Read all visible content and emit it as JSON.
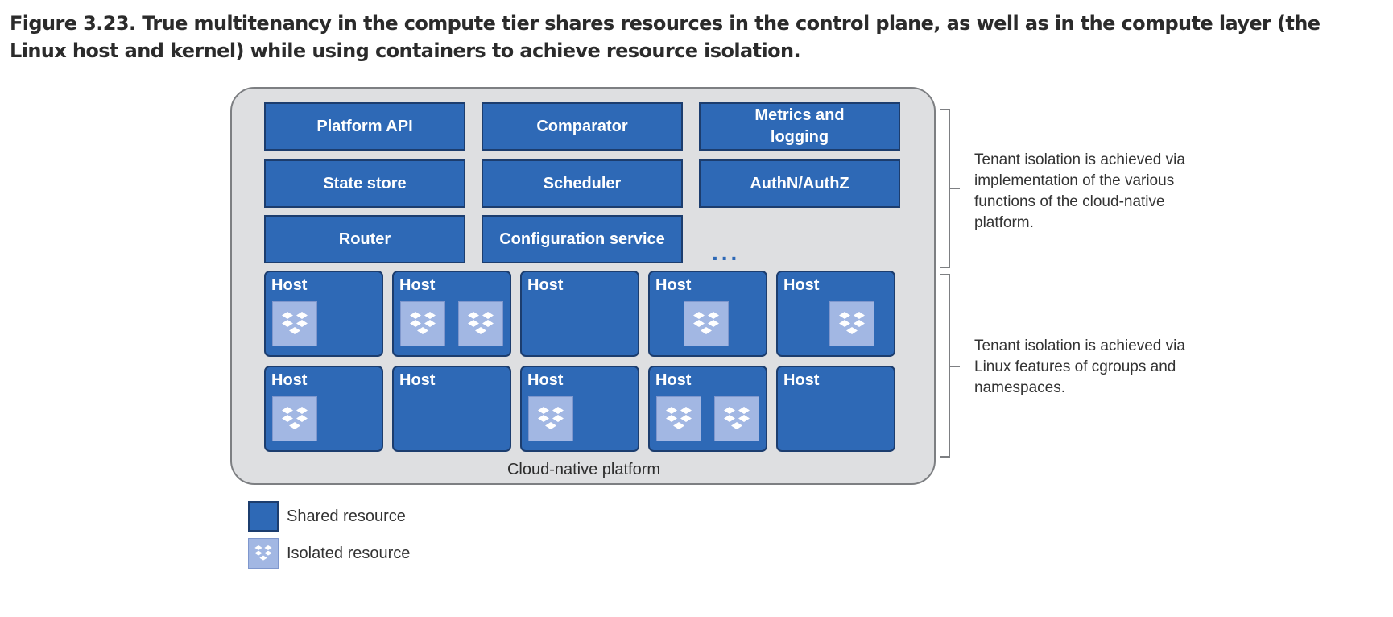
{
  "caption": "Figure 3.23. True multitenancy in the compute tier shares resources in the control plane, as well as in the compute layer (the Linux host and kernel) while using containers to achieve resource isolation.",
  "platform_label": "Cloud-native platform",
  "control_plane": {
    "components": [
      "Platform API",
      "Comparator",
      "Metrics and logging",
      "State store",
      "Scheduler",
      "AuthN/AuthZ",
      "Router",
      "Configuration service"
    ],
    "more": "..."
  },
  "hosts": {
    "label": "Host",
    "containers_per_host": [
      [
        1,
        2,
        0,
        1,
        1
      ],
      [
        1,
        0,
        1,
        2,
        0
      ]
    ]
  },
  "annotations": {
    "control_plane": "Tenant isolation is achieved via implementation of the various functions of the cloud-native platform.",
    "compute": "Tenant isolation is achieved via Linux features of cgroups and namespaces."
  },
  "legend": {
    "shared": "Shared resource",
    "isolated": "Isolated resource"
  },
  "colors": {
    "shared": "#2e69b6",
    "isolated": "#a2b7e3",
    "platform_bg": "#dedfe1"
  },
  "icons": [
    "container-icon"
  ]
}
